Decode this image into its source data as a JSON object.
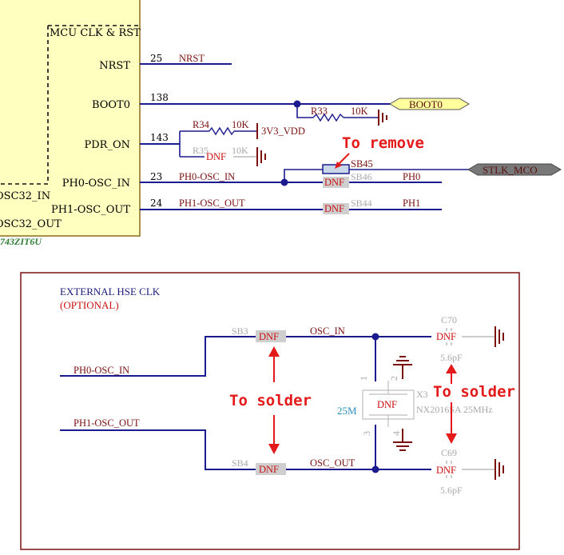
{
  "mcu": {
    "block_title": "MCU CLK & RST",
    "part_name": "743ZIT6U",
    "left_pins": [
      "OSC32_IN",
      "OSC32_OUT"
    ],
    "pins": [
      {
        "name": "NRST",
        "number": "25",
        "net": "NRST"
      },
      {
        "name": "BOOT0",
        "number": "138",
        "net": ""
      },
      {
        "name": "PDR_ON",
        "number": "143",
        "net": ""
      },
      {
        "name": "PH0-OSC_IN",
        "number": "23",
        "net": "PH0-OSC_IN"
      },
      {
        "name": "PH1-OSC_OUT",
        "number": "24",
        "net": "PH1-OSC_OUT"
      }
    ]
  },
  "components": {
    "r33": {
      "ref": "R33",
      "value": "10K"
    },
    "r34": {
      "ref": "R34",
      "value": "10K"
    },
    "r35": {
      "ref": "R35",
      "value": "10K",
      "dnf": "DNF"
    },
    "sb45": {
      "ref": "SB45"
    },
    "sb46": {
      "ref": "SB46",
      "dnf": "DNF"
    },
    "sb44": {
      "ref": "SB44",
      "dnf": "DNF"
    },
    "sb3": {
      "ref": "SB3",
      "dnf": "DNF"
    },
    "sb4": {
      "ref": "SB4",
      "dnf": "DNF"
    },
    "c70": {
      "ref": "C70",
      "dnf": "DNF",
      "value": "5.6pF"
    },
    "c69": {
      "ref": "C69",
      "dnf": "DNF",
      "value": "5.6pF"
    },
    "x3": {
      "ref": "X3",
      "dnf": "DNF",
      "value": "25M",
      "part": "NX2016SA 25MHz",
      "pins": [
        "1",
        "2",
        "3",
        "4"
      ]
    }
  },
  "nets": {
    "vdd": "3V3_VDD",
    "boot0": "BOOT0",
    "stlk_mco": "STLK_MCO",
    "ph0": "PH0",
    "ph1": "PH1",
    "ph0_osc_in": "PH0-OSC_IN",
    "ph1_osc_out": "PH1-OSC_OUT",
    "osc_in": "OSC_IN",
    "osc_out": "OSC_OUT"
  },
  "hse_block": {
    "title": "EXTERNAL HSE CLK",
    "subtitle": "(OPTIONAL)"
  },
  "annotations": {
    "remove": "To remove",
    "solder_left": "To solder",
    "solder_right": "To solder"
  },
  "colors": {
    "mcu_fill": "#ffffc0",
    "wire": "#1b1b8f",
    "net_label": "#7a1010",
    "annotation": "#e41a1a",
    "dnf_fill": "#cfcfcf",
    "block_border": "#7a1010"
  }
}
